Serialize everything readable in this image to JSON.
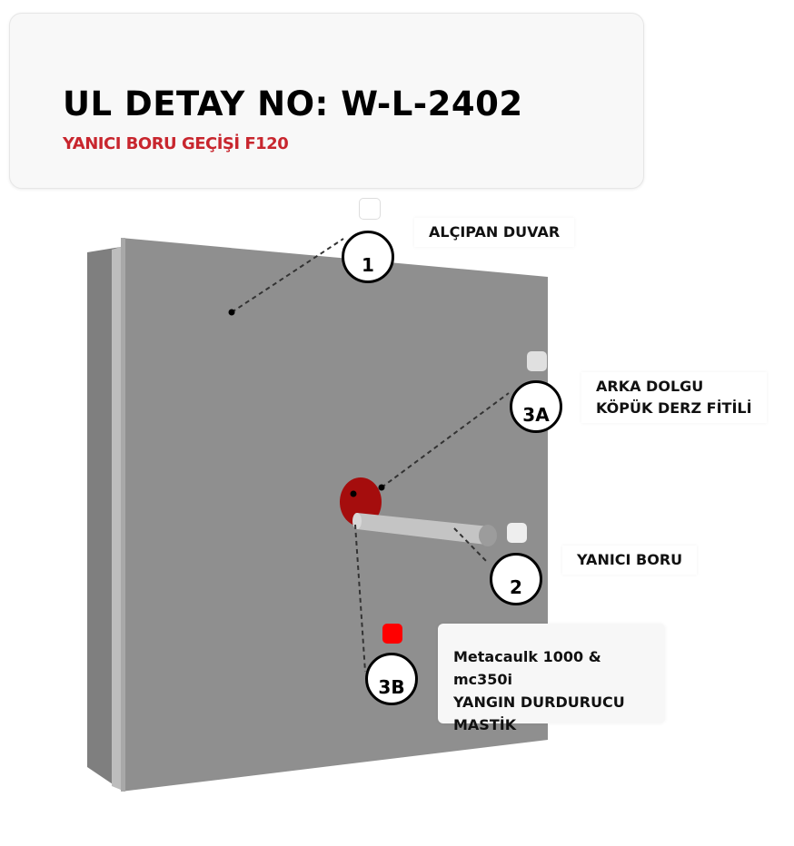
{
  "header": {
    "title": "UL DETAY NO: W-L-2402",
    "subtitle": "YANICI BORU GEÇİŞİ F120"
  },
  "callouts": [
    {
      "number": "1",
      "label": "ALÇIPAN DUVAR"
    },
    {
      "number": "3A",
      "label_line1": "ARKA DOLGU",
      "label_line2": "KÖPÜK DERZ FİTİLİ"
    },
    {
      "number": "2",
      "label": "YANICI BORU"
    },
    {
      "number": "3B",
      "label_line1": "Metacaulk 1000 & mc350i",
      "label_line2": "YANGIN DURDURUCU",
      "label_line3": "MASTİK"
    }
  ],
  "colors": {
    "wall": "#8f8f8f",
    "sealant": "#a50d0d",
    "accent": "#c8262e",
    "marker_red": "#ff0000"
  }
}
